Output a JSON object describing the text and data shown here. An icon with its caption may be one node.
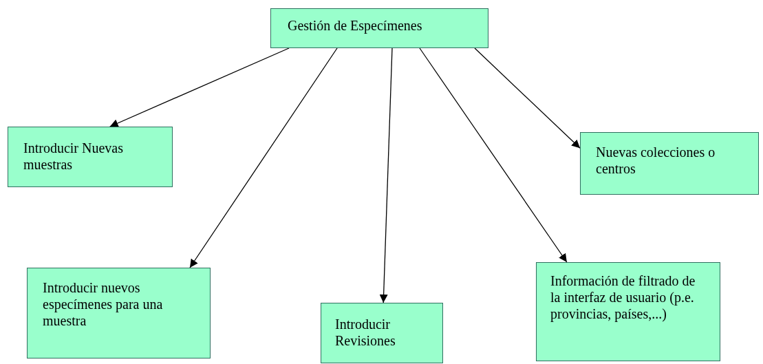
{
  "diagram": {
    "nodes": [
      {
        "text": [
          "Gestión de Especímenes"
        ]
      },
      {
        "text": [
          "Introducir Nuevas muestras"
        ]
      },
      {
        "text": [
          "Nuevas colecciones o centros"
        ]
      },
      {
        "text": [
          "Introducir nuevos especímenes para una muestra"
        ]
      },
      {
        "text": [
          "Introducir Revisiones"
        ]
      },
      {
        "text": [
          "Información de filtrado de la interfaz de usuario (p.e. provincias, países,...)"
        ]
      }
    ],
    "edges": [
      {
        "from": 0,
        "to": 1,
        "arrow": "to"
      },
      {
        "from": 0,
        "to": 3,
        "arrow": "to"
      },
      {
        "from": 0,
        "to": 4,
        "arrow": "to"
      },
      {
        "from": 0,
        "to": 5,
        "arrow": "to"
      },
      {
        "from": 0,
        "to": 2,
        "arrow": "to"
      }
    ]
  }
}
